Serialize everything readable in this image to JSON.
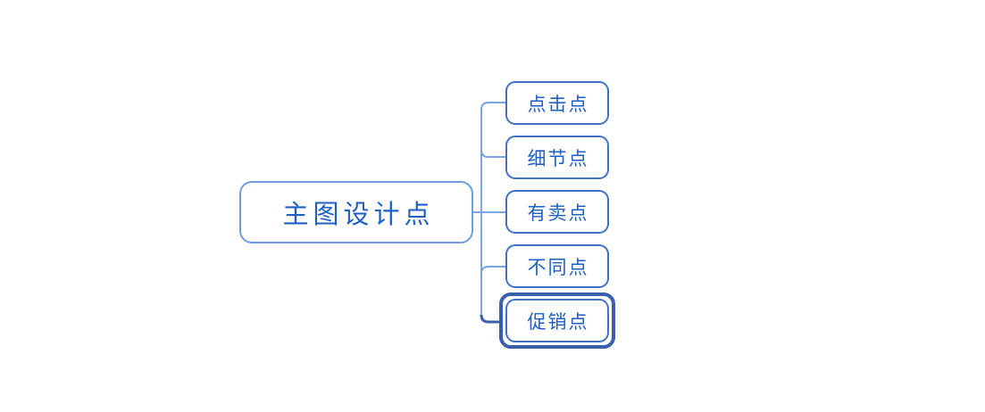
{
  "diagram": {
    "type": "mind-map",
    "background_color": "#ffffff",
    "root": {
      "label": "主图设计点",
      "border_color": "#6f9de0",
      "text_color": "#1f5fc4"
    },
    "branch_color": "#7ba4e2",
    "selected_branch_color": "#3a5fad",
    "children": [
      {
        "label": "点击点",
        "selected": false
      },
      {
        "label": "细节点",
        "selected": false
      },
      {
        "label": "有卖点",
        "selected": false
      },
      {
        "label": "不同点",
        "selected": false
      },
      {
        "label": "促销点",
        "selected": true
      }
    ],
    "selection": {
      "node_label": "促销点",
      "frame_color": "#3a5fad"
    }
  }
}
